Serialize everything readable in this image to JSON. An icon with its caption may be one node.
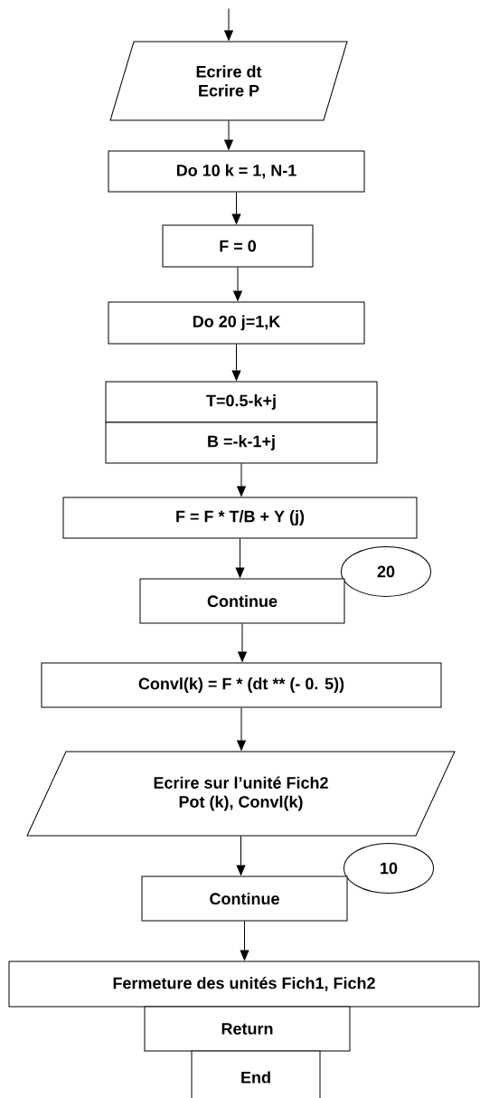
{
  "diagram": {
    "nodes": [
      {
        "text": [
          "Ecrire dt",
          "Ecrire P"
        ]
      },
      {
        "text": [
          "Do 10 k = 1, N-1"
        ]
      },
      {
        "text": [
          "F = 0"
        ]
      },
      {
        "text": [
          "Do 20 j=1,K"
        ]
      },
      {
        "text": [
          "T=0.5-k+j"
        ]
      },
      {
        "text": [
          "B =-k-1+j"
        ]
      },
      {
        "text": [
          "F = F * T/B + Y (j)"
        ]
      },
      {
        "text": [
          "20"
        ]
      },
      {
        "text": [
          "Continue"
        ]
      },
      {
        "text": [
          "Convl(k) = F * (dt ** (- 0. 5))"
        ]
      },
      {
        "text": [
          "Ecrire sur l’unité Fich2",
          "Pot (k), Convl(k)"
        ]
      },
      {
        "text": [
          "10"
        ]
      },
      {
        "text": [
          "Continue"
        ]
      },
      {
        "text": [
          "Fermeture des unités Fich1, Fich2"
        ]
      },
      {
        "text": [
          "Return"
        ]
      },
      {
        "text": [
          "End"
        ]
      }
    ],
    "edges": [
      {
        "from": null,
        "to": 0,
        "arrow": "to"
      },
      {
        "from": 0,
        "to": 1,
        "arrow": "to"
      },
      {
        "from": 1,
        "to": 2,
        "arrow": "to"
      },
      {
        "from": 2,
        "to": 3,
        "arrow": "to"
      },
      {
        "from": 3,
        "to": 4,
        "arrow": "to"
      },
      {
        "from": 5,
        "to": 6,
        "arrow": "to"
      },
      {
        "from": 6,
        "to": 8,
        "arrow": "to"
      },
      {
        "from": 8,
        "to": 9,
        "arrow": "to"
      },
      {
        "from": 9,
        "to": 10,
        "arrow": "to"
      },
      {
        "from": 10,
        "to": 12,
        "arrow": "to"
      },
      {
        "from": 12,
        "to": 13,
        "arrow": "to"
      }
    ]
  }
}
